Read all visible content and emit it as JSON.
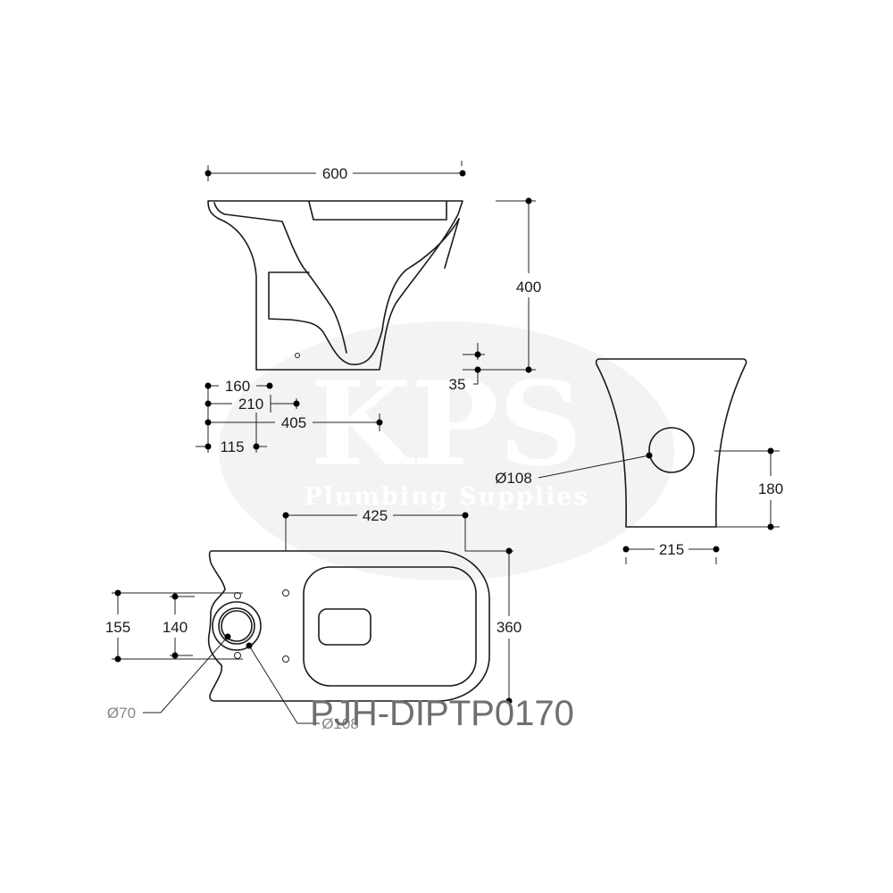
{
  "watermark": {
    "logo": "KPS",
    "subtitle": "Plumbing Supplies",
    "ellipse_color": "#f3f3f3"
  },
  "product_code": "PJH-DIPTP0170",
  "views": {
    "side": {
      "label": "side-elevation",
      "dimensions": {
        "overall_length": "600",
        "height": "400",
        "base_offset": "35",
        "d160": "160",
        "d210": "210",
        "d405": "405",
        "d115": "115"
      }
    },
    "rear": {
      "label": "rear-elevation",
      "dimensions": {
        "outlet_diameter": "Ø108",
        "outlet_height": "180",
        "base_width": "215"
      }
    },
    "plan": {
      "label": "plan-view",
      "dimensions": {
        "d425": "425",
        "width": "360",
        "d155": "155",
        "d140": "140",
        "inlet_diameter": "Ø70",
        "outlet_diameter": "Ø108"
      }
    }
  },
  "colors": {
    "line": "#1a1a1a",
    "leader_grey": "#777777",
    "code_grey": "#6f6f6f"
  }
}
